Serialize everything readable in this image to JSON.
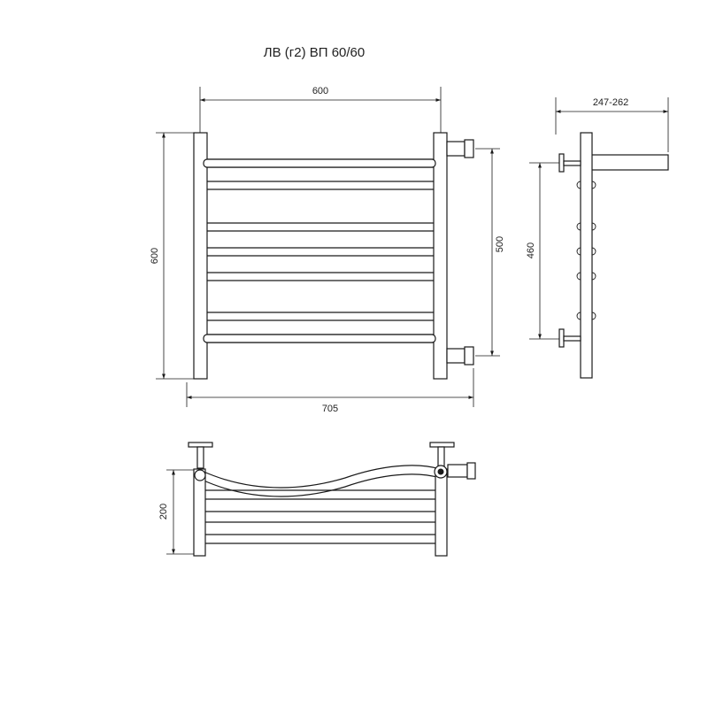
{
  "title": "ЛВ (г2) ВП 60/60",
  "dimensions": {
    "front_width": "600",
    "front_height": "600",
    "connection_distance": "500",
    "overall_width": "705",
    "side_depth": "247-262",
    "side_height": "460",
    "top_depth": "200"
  },
  "colors": {
    "line": "#1a1a1a",
    "background": "#ffffff"
  }
}
